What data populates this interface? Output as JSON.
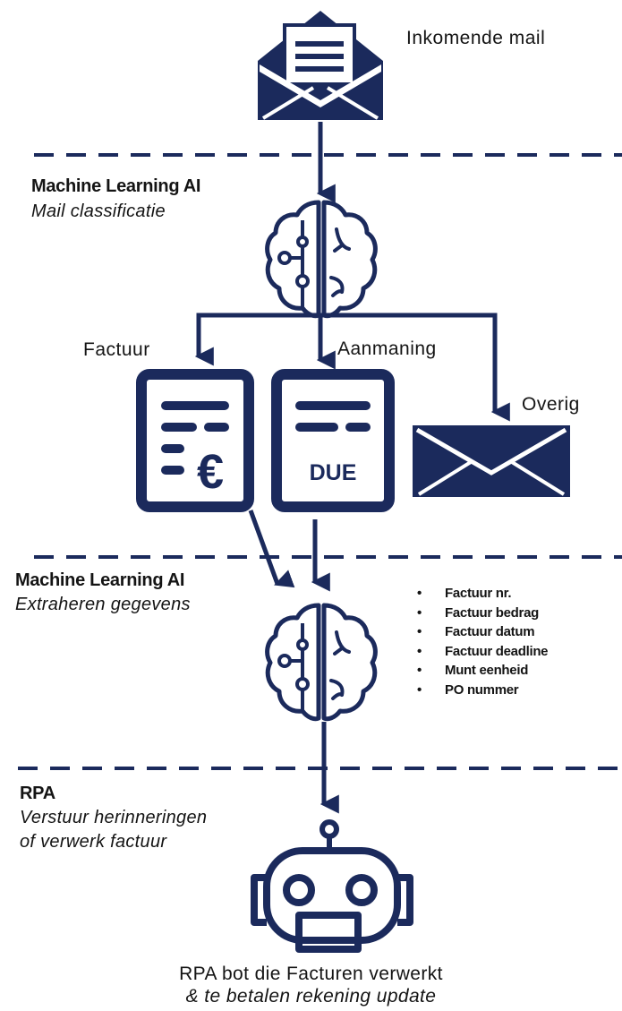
{
  "nodes": {
    "incoming_mail": "Inkomende mail",
    "factuur": "Factuur",
    "aanmaning": "Aanmaning",
    "overig": "Overig",
    "due_badge": "DUE",
    "euro_symbol": "€"
  },
  "sections": {
    "classification": {
      "title": "Machine Learning AI",
      "subtitle": "Mail classificatie"
    },
    "extraction": {
      "title": "Machine Learning AI",
      "subtitle": "Extraheren gegevens"
    },
    "rpa": {
      "title": "RPA",
      "subtitle_line1": "Verstuur herinneringen",
      "subtitle_line2": "of verwerk factuur"
    }
  },
  "extracted_fields": [
    "Factuur nr.",
    "Factuur bedrag",
    "Factuur datum",
    "Factuur deadline",
    "Munt eenheid",
    "PO nummer"
  ],
  "bullet": "•",
  "rpa_bot": {
    "caption_line1": "RPA bot die Facturen verwerkt",
    "caption_line2": "& te betalen rekening update"
  },
  "icons": [
    "open-envelope-icon",
    "brain-icon",
    "invoice-euro-icon",
    "due-document-icon",
    "envelope-icon",
    "robot-icon"
  ],
  "colors": {
    "navy": "#1b2a5c",
    "text": "#141414",
    "background": "#ffffff"
  }
}
